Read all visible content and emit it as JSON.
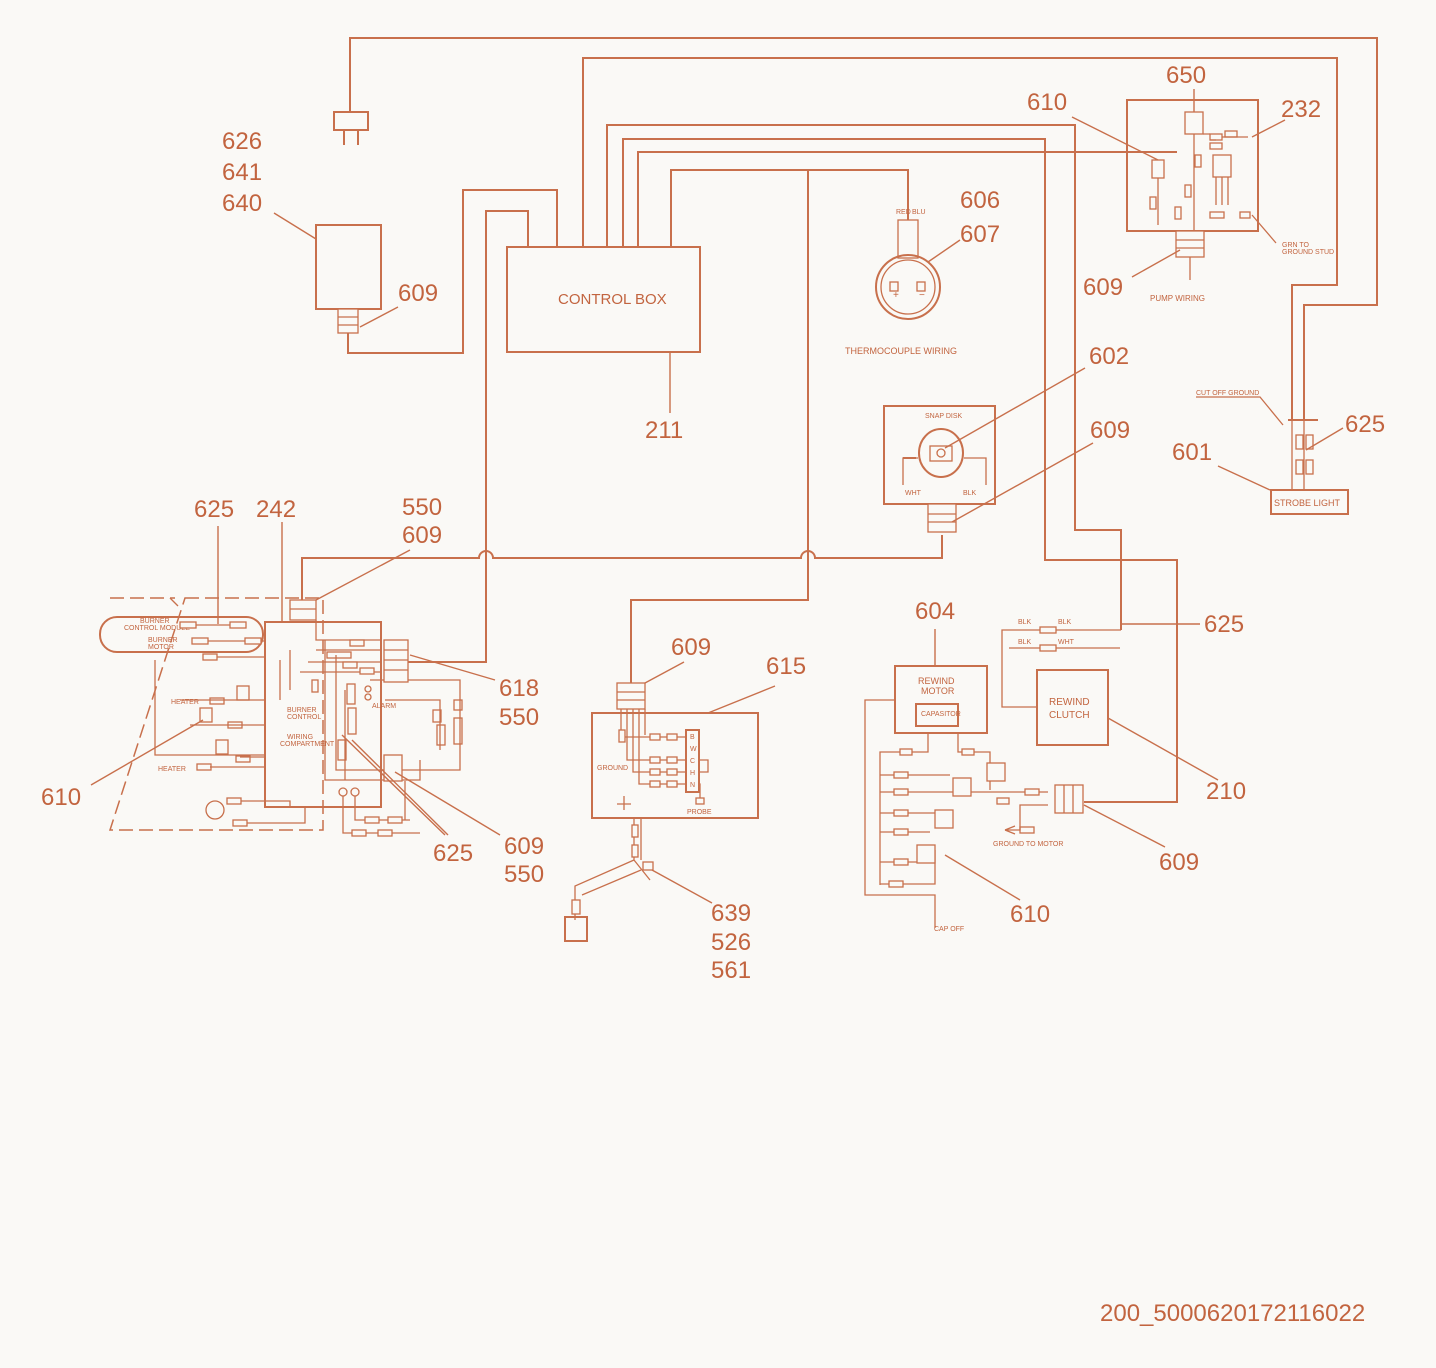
{
  "components": {
    "control_box": "CONTROL BOX",
    "thermocouple_wiring": "THERMOCOUPLE WIRING",
    "pump_wiring": "PUMP WIRING",
    "grn_to_ground_stud": [
      "GRN TO",
      "GROUND STUD"
    ],
    "snap_disk": "SNAP DISK",
    "strobe_light": "STROBE LIGHT",
    "cut_off_ground": "CUT OFF GROUND",
    "rewind_motor": [
      "REWIND",
      "MOTOR"
    ],
    "capacitor": "CAPASITOR",
    "rewind_clutch": [
      "REWIND",
      "CLUTCH"
    ],
    "ground_to_motor": "GROUND TO MOTOR",
    "cap_off": "CAP OFF",
    "probe": "PROBE",
    "ground": "GROUND",
    "burner_control_module": [
      "BURNER",
      "CONTROL MODULE"
    ],
    "burner_motor": [
      "BURNER",
      "MOTOR"
    ],
    "heater": "HEATER",
    "burner_control": [
      "BURNER",
      "CONTROL"
    ],
    "wiring_compartment": [
      "WIRING",
      "COMPARTMENT"
    ],
    "alarm": "ALARM",
    "snap_disk_wires": [
      "WHT",
      "BLK"
    ],
    "clutch_wires": [
      "BLK",
      "BLK",
      "BLK",
      "WHT"
    ],
    "probe_terminals": [
      "B",
      "W",
      "C",
      "H",
      "N"
    ]
  },
  "callouts": {
    "c626": "626",
    "c641": "641",
    "c640": "640",
    "c609_a": "609",
    "c211": "211",
    "c606": "606",
    "c607": "607",
    "c610_a": "610",
    "c650": "650",
    "c232": "232",
    "c609_b": "609",
    "c602": "602",
    "c609_c": "609",
    "c625_a": "625",
    "c601": "601",
    "c625_b": "625",
    "c242": "242",
    "c550_a": "550",
    "c609_d": "609",
    "c618": "618",
    "c550_b": "550",
    "c610_b": "610",
    "c625_c": "625",
    "c609_e": "609",
    "c550_c": "550",
    "c609_f": "609",
    "c615": "615",
    "c639": "639",
    "c526": "526",
    "c561": "561",
    "c604": "604",
    "c625_d": "625",
    "c210": "210",
    "c609_g": "609",
    "c610_c": "610"
  },
  "footer_id": "200_5000620172116022"
}
